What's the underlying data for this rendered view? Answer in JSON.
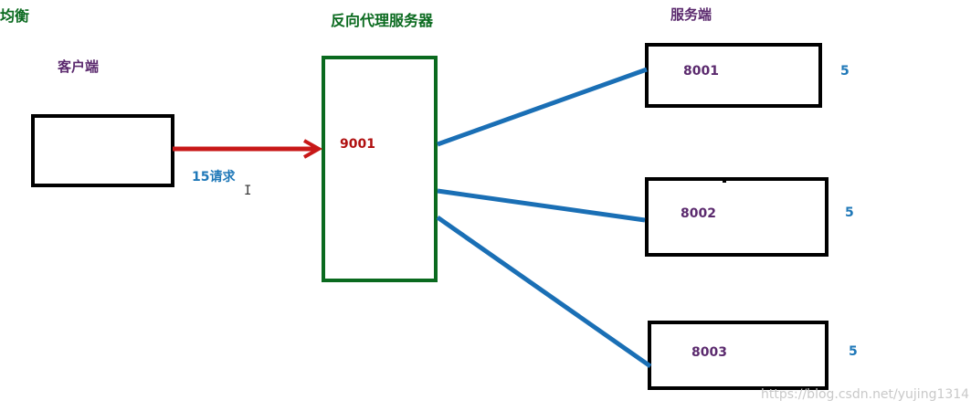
{
  "labels": {
    "balance": "均衡",
    "proxy_title": "反向代理服务器",
    "server_title": "服务端",
    "client_title": "客户端",
    "request": "15请求"
  },
  "ports": {
    "proxy": "9001",
    "server1": "8001",
    "server2": "8002",
    "server3": "8003"
  },
  "weights": {
    "server1": "5",
    "server2": "5",
    "server3": "5"
  },
  "watermark": "https://blog.csdn.net/yujing1314",
  "colors": {
    "green": "#0a6a1f",
    "purple": "#5b2a6e",
    "red_arrow": "#c81818",
    "blue_line": "#1a6fb5",
    "box_border": "#000000"
  },
  "icons": {
    "cursor": "text-cursor-icon"
  }
}
